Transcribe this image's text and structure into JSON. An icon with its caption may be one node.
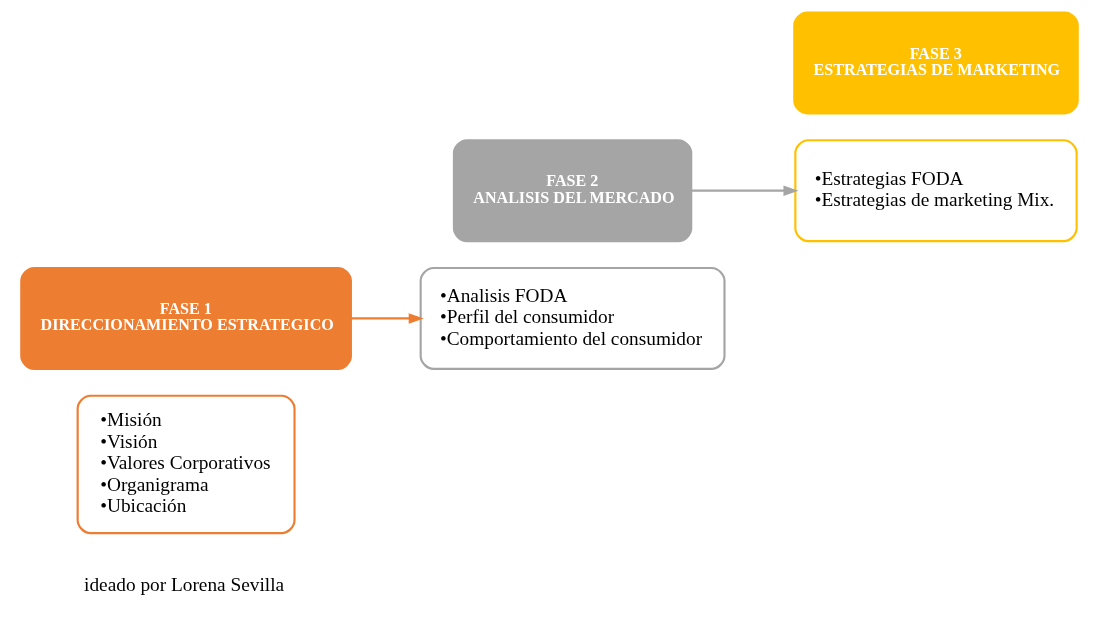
{
  "diagram": {
    "nodes": [
      {
        "text": [
          "•Misión",
          "•Visión",
          "•Valores Corporativos",
          "•Organigrama",
          "•Ubicación"
        ]
      },
      {
        "text": [
          "FASE 1",
          "DIRECCIONAMIENTO ESTRATEGICO"
        ]
      },
      {
        "text": [
          "FASE 2",
          "ANALISIS DEL MERCADO"
        ]
      },
      {
        "text": [
          "•Analisis FODA",
          "•Perfil del consumidor",
          "•Comportamiento del consumidor"
        ]
      },
      {
        "text": [
          "•Estrategias FODA",
          "•Estrategias de marketing Mix."
        ]
      },
      {
        "text": [
          "FASE 3",
          "ESTRATEGIAS DE MARKETING"
        ]
      }
    ],
    "edges": [
      {
        "from": 1,
        "to": 3,
        "arrow": "to",
        "color": "#ed7d31"
      },
      {
        "from": 2,
        "to": 4,
        "arrow": "to",
        "color": "#a5a5a5"
      }
    ],
    "labels": [
      "ideado por Lorena Sevilla"
    ]
  }
}
